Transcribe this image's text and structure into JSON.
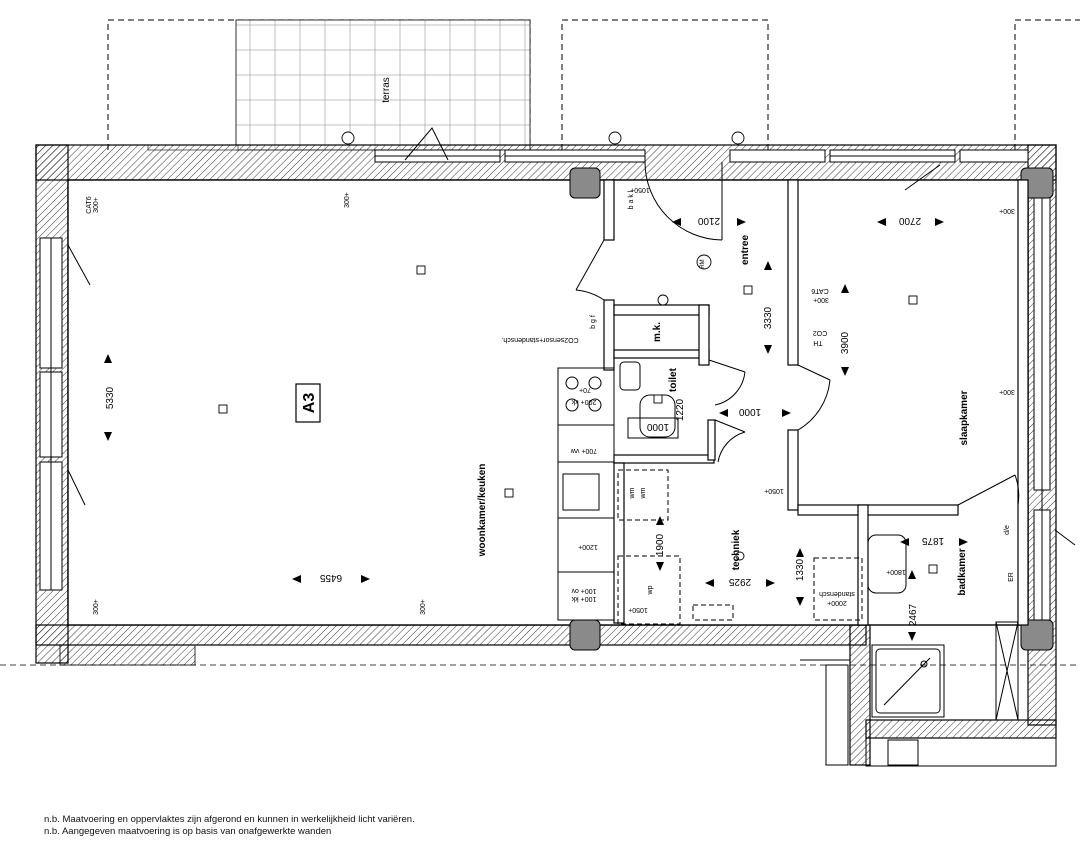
{
  "unit_label": "A3",
  "rooms": {
    "terras": "terras",
    "woonkamer": "woonkamer/keuken",
    "entree": "entree",
    "slaapkamer": "slaapkamer",
    "badkamer": "badkamer",
    "techniek": "techniek",
    "toilet": "toilet",
    "mk": "m.k."
  },
  "dimensions": {
    "woon_h": "5330",
    "woon_w": "6455",
    "entree_w": "2100",
    "entree_h": "3330",
    "hall_w": "1000",
    "slaap_w": "2700",
    "slaap_h": "3900",
    "bad_w": "1875",
    "bad_h": "2467",
    "tech_w": "2925",
    "tech_h": "1330",
    "wm_h": "1900",
    "toilet_h": "1220",
    "toilet_w": "1000"
  },
  "fixtures": {
    "cat6_a": "CAT6",
    "h300_a": "300+",
    "h300_b": "300+",
    "h300_c": "300+",
    "h300_d": "300+",
    "h300_e": "300+",
    "h300_f": "300+",
    "h300_g": "300+",
    "h1050_a": "1050+",
    "h1050_b": "1050+",
    "h1050_c": "1050+",
    "cat6_b": "CAT6",
    "co2": "CO2",
    "th": "TH",
    "co2sensor": "CO2sensor+standensch.",
    "kk200": "200+ kk",
    "h70": "70+",
    "vw700": "700+ vw",
    "h1200": "1200+",
    "kk100": "100+ kk",
    "ov100": "100+ ov",
    "wm": "wm",
    "wm2": "wm",
    "wp": "wp",
    "h2000": "2000+",
    "standensch": "standensch",
    "h1800": "1800+",
    "er": "ER",
    "rm": "RM",
    "letters_a": "b a k l",
    "letters_b": "b g f",
    "df": "d/e"
  },
  "notes": [
    "n.b. Maatvoering en oppervlaktes zijn afgerond en kunnen in werkelijkheid licht variëren.",
    "n.b. Aangegeven maatvoering is op basis van onafgewerkte wanden"
  ]
}
